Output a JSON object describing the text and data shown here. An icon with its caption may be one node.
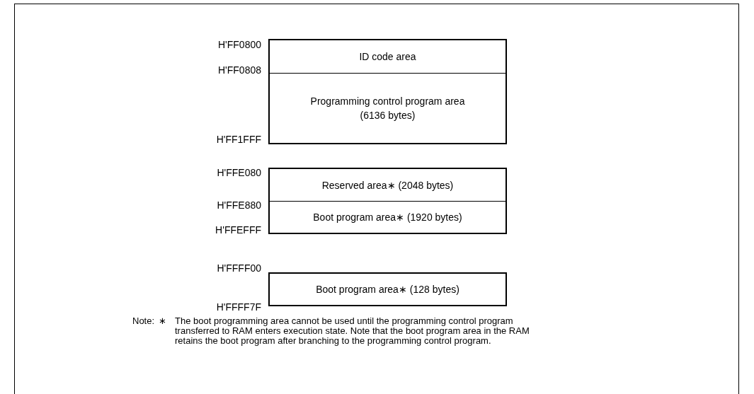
{
  "diagram": {
    "nodes": [
      {
        "text": [
          "ID code area"
        ]
      },
      {
        "text": [
          "Programming control program area (6136 bytes)"
        ]
      },
      {
        "text": [
          "Reserved area∗ (2048 bytes)"
        ]
      },
      {
        "text": [
          "Boot program area∗ (1920 bytes)"
        ]
      },
      {
        "text": [
          "Boot program area∗ (128 bytes)"
        ]
      }
    ],
    "edges": [],
    "labels": [
      "H'FF0800",
      "H'FF0808",
      "H'FF1FFF",
      "H'FFE080",
      "H'FFE880",
      "H'FFEFFF",
      "H'FFFF00",
      "H'FFFF7F",
      "Note:",
      "∗",
      "The boot programming area cannot be used until the programming control program transferred to RAM enters execution state. Note that the boot program area in the RAM retains the boot program after branching to the programming control program."
    ]
  }
}
